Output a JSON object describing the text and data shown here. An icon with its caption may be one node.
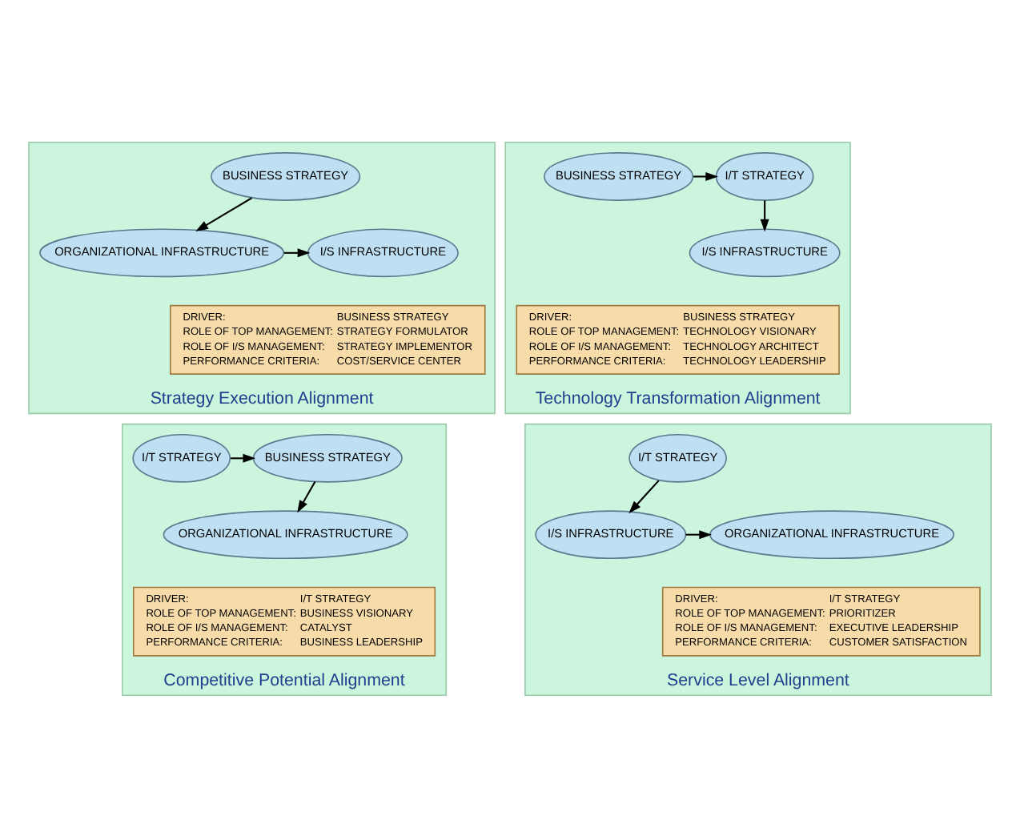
{
  "diagram": {
    "nodes": [
      {
        "text": [
          "Strategy Execution Alignment"
        ]
      },
      {
        "text": [
          "BUSINESS STRATEGY"
        ],
        "in": 0
      },
      {
        "text": [
          "ORGANIZATIONAL INFRASTRUCTURE"
        ],
        "in": 0
      },
      {
        "text": [
          "I/S INFRASTRUCTURE"
        ],
        "in": 0
      },
      {
        "text": [
          "DRIVER:",
          "BUSINESS STRATEGY",
          "ROLE OF TOP MANAGEMENT:",
          "STRATEGY FORMULATOR",
          "ROLE OF I/S MANAGEMENT:",
          "STRATEGY IMPLEMENTOR",
          "PERFORMANCE CRITERIA:",
          "COST/SERVICE CENTER"
        ],
        "in": 0
      },
      {
        "text": [
          "Technology Transformation Alignment"
        ]
      },
      {
        "text": [
          "BUSINESS STRATEGY"
        ],
        "in": 5
      },
      {
        "text": [
          "I/T STRATEGY"
        ],
        "in": 5
      },
      {
        "text": [
          "I/S INFRASTRUCTURE"
        ],
        "in": 5
      },
      {
        "text": [
          "DRIVER:",
          "BUSINESS STRATEGY",
          "ROLE OF TOP MANAGEMENT:",
          "TECHNOLOGY VISIONARY",
          "ROLE OF I/S MANAGEMENT:",
          "TECHNOLOGY ARCHITECT",
          "PERFORMANCE CRITERIA:",
          "TECHNOLOGY LEADERSHIP"
        ],
        "in": 5
      },
      {
        "text": [
          "Competitive Potential Alignment"
        ]
      },
      {
        "text": [
          "BUSINESS STRATEGY"
        ],
        "in": 10
      },
      {
        "text": [
          "I/T STRATEGY"
        ],
        "in": 10
      },
      {
        "text": [
          "ORGANIZATIONAL INFRASTRUCTURE"
        ],
        "in": 10
      },
      {
        "text": [
          "DRIVER:",
          "I/T STRATEGY",
          "ROLE OF TOP MANAGEMENT:",
          "BUSINESS VISIONARY",
          "ROLE OF I/S MANAGEMENT:",
          "CATALYST",
          "PERFORMANCE CRITERIA:",
          "BUSINESS LEADERSHIP"
        ],
        "in": 10
      },
      {
        "text": [
          "Service Level Alignment"
        ]
      },
      {
        "text": [
          "I/T STRATEGY"
        ],
        "in": 15
      },
      {
        "text": [
          "ORGANIZATIONAL INFRASTRUCTURE"
        ],
        "in": 15
      },
      {
        "text": [
          "I/S INFRASTRUCTURE"
        ],
        "in": 15
      },
      {
        "text": [
          "DRIVER:",
          "I/T STRATEGY",
          "ROLE OF TOP MANAGEMENT:",
          "PRIORITIZER",
          "ROLE OF I/S MANAGEMENT:",
          "EXECUTIVE LEADERSHIP",
          "PERFORMANCE CRITERIA:",
          "CUSTOMER SATISFACTION"
        ],
        "in": 15
      }
    ],
    "edges": [
      {
        "from": 1,
        "to": 2,
        "arrow": "to"
      },
      {
        "from": 2,
        "to": 3,
        "arrow": "to"
      },
      {
        "from": 6,
        "to": 7,
        "arrow": "to"
      },
      {
        "from": 7,
        "to": 8,
        "arrow": "to"
      },
      {
        "from": 12,
        "to": 11,
        "arrow": "to"
      },
      {
        "from": 11,
        "to": 13,
        "arrow": "to"
      },
      {
        "from": 16,
        "to": 18,
        "arrow": "to"
      },
      {
        "from": 18,
        "to": 17,
        "arrow": "to"
      }
    ]
  }
}
